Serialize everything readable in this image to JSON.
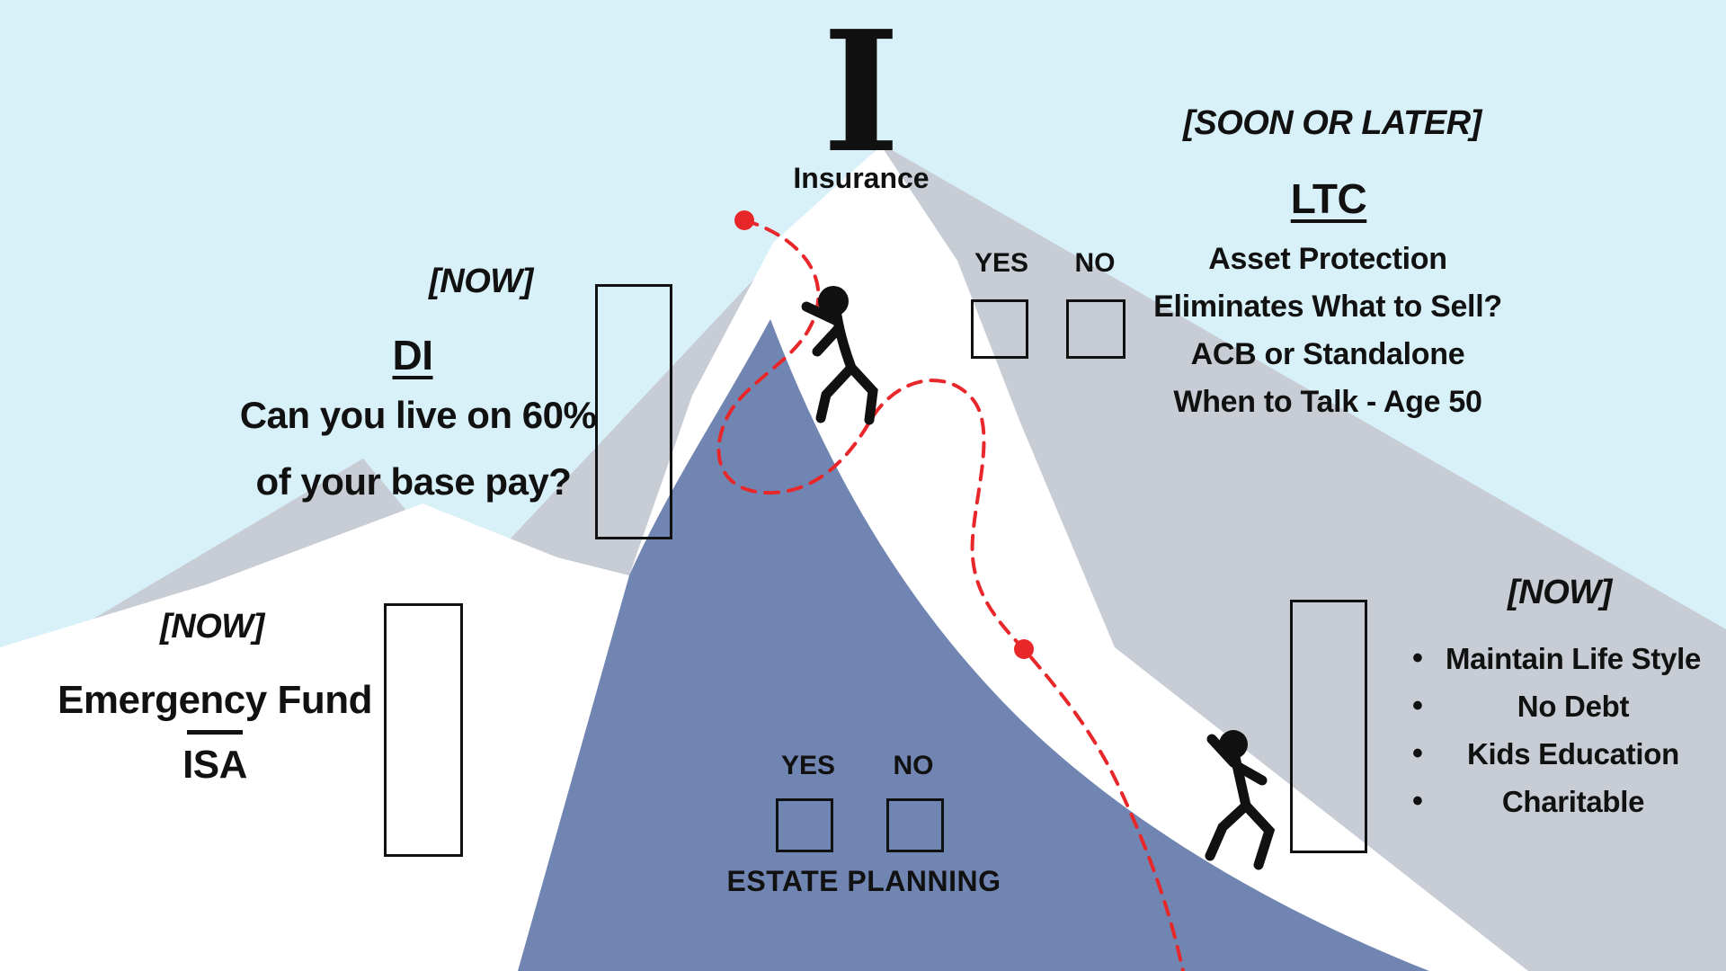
{
  "summit": {
    "letter": "I",
    "label": "Insurance"
  },
  "ltc": {
    "timing": "[SOON OR LATER]",
    "title": "LTC",
    "lines": [
      "Asset Protection",
      "Eliminates What to Sell?",
      "ACB or Standalone",
      "When to Talk - Age 50"
    ]
  },
  "ltc_checks": {
    "yes": "YES",
    "no": "NO"
  },
  "di": {
    "timing": "[NOW]",
    "title": "DI",
    "line1": "Can you live on 60%",
    "line2": "of your base pay?"
  },
  "emergency": {
    "timing": "[NOW]",
    "title": "Emergency Fund",
    "subtitle": "ISA"
  },
  "estate": {
    "yes": "YES",
    "no": "NO",
    "label": "ESTATE PLANNING"
  },
  "goals": {
    "timing": "[NOW]",
    "bullet": "•",
    "items": [
      "Maintain Life Style",
      "No Debt",
      "Kids Education",
      "Charitable"
    ]
  },
  "colors": {
    "sky": "#d8f0f8",
    "mountain_gray": "#c7ccd5",
    "snow": "#ffffff",
    "mountain_blue": "#7085b1",
    "trail_red": "#e8272b",
    "text": "#111111"
  }
}
